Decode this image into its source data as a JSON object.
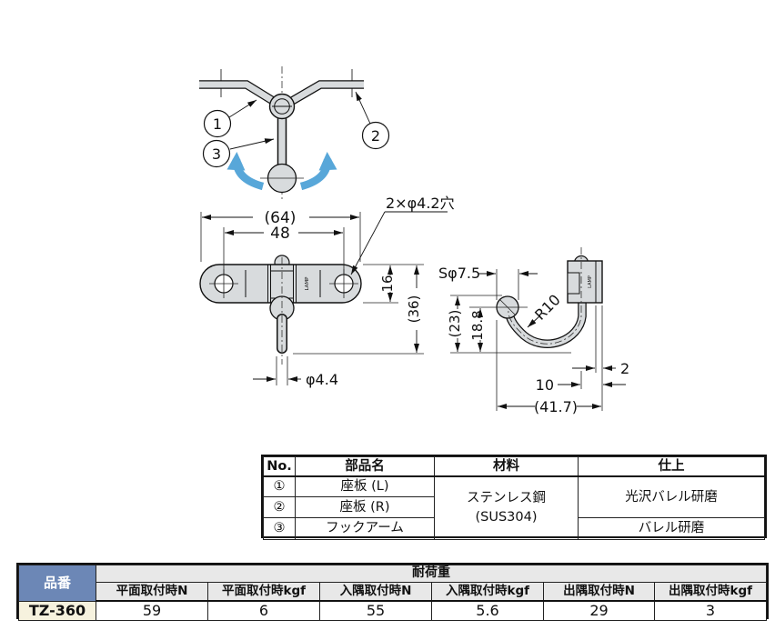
{
  "product": {
    "model": "TZ-360",
    "brand_mark": "LAMP"
  },
  "colors": {
    "part_fill": "#d8dbdd",
    "swing_arrow": "#58a7d9",
    "header_blue": "#6c87b6",
    "model_cream": "#f6f2de",
    "header_gray": "#e8e8e8"
  },
  "top_view": {
    "callout_1": "1",
    "callout_2": "2",
    "callout_3": "3"
  },
  "front_view": {
    "dim_width_total": "(64)",
    "dim_hole_pitch": "48",
    "label_holes": "2×φ4.2穴",
    "dim_plate_height": "16",
    "dim_total_height": "(36)",
    "dim_arm_dia": "φ4.4"
  },
  "side_view": {
    "dim_ball_dia": "Sφ7.5",
    "dim_radius": "R10",
    "dim_overall_drop": "(23)",
    "dim_hook_drop": "18.8",
    "dim_edge": "2",
    "dim_offset": "10",
    "dim_reach": "(41.7)"
  },
  "parts_table": {
    "headers": [
      "No.",
      "部品名",
      "材料",
      "仕上"
    ],
    "rows": [
      {
        "no": "①",
        "name": "座板 (L)"
      },
      {
        "no": "②",
        "name": "座板 (R)"
      },
      {
        "no": "③",
        "name": "フックアーム"
      }
    ],
    "material_line1": "ステンレス鋼",
    "material_line2": "(SUS304)",
    "finish_top": "光沢バレル研磨",
    "finish_bottom": "バレル研磨"
  },
  "load_table": {
    "part_no_header": "品番",
    "group_header": "耐荷重",
    "columns": [
      "平面取付時N",
      "平面取付時kgf",
      "入隅取付時N",
      "入隅取付時kgf",
      "出隅取付時N",
      "出隅取付時kgf"
    ],
    "row": {
      "model": "TZ-360",
      "values": [
        "59",
        "6",
        "55",
        "5.6",
        "29",
        "3"
      ]
    }
  }
}
